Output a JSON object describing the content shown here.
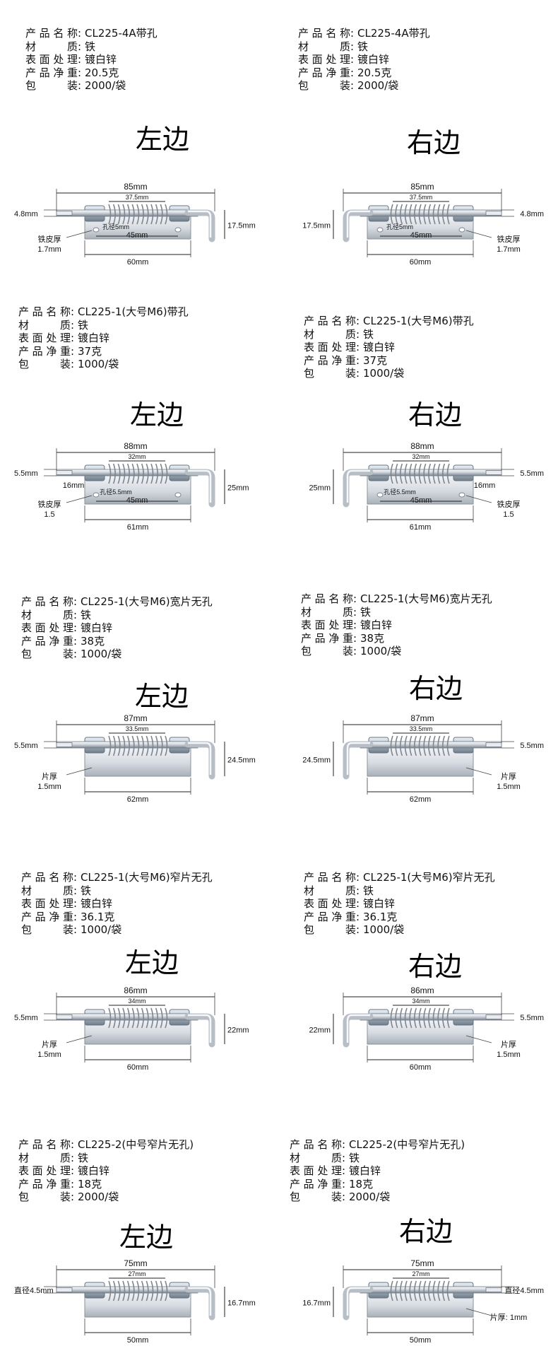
{
  "products": [
    {
      "left": {
        "name_label": "产品名称",
        "name": "CL225-4A带孔",
        "material_label": "材质",
        "material": "铁",
        "finish_label": "表面处理",
        "finish": "镀白锌",
        "weight_label": "产品净重",
        "weight": "20.5克",
        "pack_label": "包装",
        "pack": "2000/袋",
        "side": "左边",
        "dims": {
          "total": "85mm",
          "spring": "37.5mm",
          "hole": "孔径5mm",
          "holes": "45mm",
          "base": "60mm",
          "pin": "4.8mm",
          "height": "17.5mm",
          "thick1": "铁皮厚",
          "thick2": "1.7mm"
        }
      },
      "right": {
        "name_label": "产品名称",
        "name": "CL225-4A带孔",
        "material_label": "材质",
        "material": "铁",
        "finish_label": "表面处理",
        "finish": "镀白锌",
        "weight_label": "产品净重",
        "weight": "20.5克",
        "pack_label": "包装",
        "pack": "2000/袋",
        "side": "右边",
        "dims": {
          "total": "85mm",
          "spring": "37.5mm",
          "hole": "孔径5mm",
          "holes": "45mm",
          "base": "60mm",
          "pin": "4.8mm",
          "height": "17.5mm",
          "thick1": "铁皮厚",
          "thick2": "1.7mm"
        }
      }
    },
    {
      "left": {
        "name_label": "产品名称",
        "name": "CL225-1(大号M6)带孔",
        "material_label": "材质",
        "material": "铁",
        "finish_label": "表面处理",
        "finish": "镀白锌",
        "weight_label": "产品净重",
        "weight": "37克",
        "pack_label": "包装",
        "pack": "1000/袋",
        "side": "左边",
        "dims": {
          "total": "88mm",
          "spring": "32mm",
          "hole": "孔径5.5mm",
          "holes": "45mm",
          "base": "61mm",
          "pin": "5.5mm",
          "height": "25mm",
          "tip": "16mm",
          "thick1": "铁皮厚",
          "thick2": "1.5"
        }
      },
      "right": {
        "name_label": "产品名称",
        "name": "CL225-1(大号M6)带孔",
        "material_label": "材质",
        "material": "铁",
        "finish_label": "表面处理",
        "finish": "镀白锌",
        "weight_label": "产品净重",
        "weight": "37克",
        "pack_label": "包装",
        "pack": "1000/袋",
        "side": "右边",
        "dims": {
          "total": "88mm",
          "spring": "32mm",
          "hole": "孔径5.5mm",
          "holes": "45mm",
          "base": "61mm",
          "pin": "5.5mm",
          "height": "25mm",
          "tip": "16mm",
          "thick1": "铁皮厚",
          "thick2": "1.5"
        }
      }
    },
    {
      "left": {
        "name_label": "产品名称",
        "name": "CL225-1(大号M6)宽片无孔",
        "material_label": "材质",
        "material": "铁",
        "finish_label": "表面处理",
        "finish": "镀白锌",
        "weight_label": "产品净重",
        "weight": "38克",
        "pack_label": "包装",
        "pack": "1000/袋",
        "side": "左边",
        "dims": {
          "total": "87mm",
          "spring": "33.5mm",
          "base": "62mm",
          "pin": "5.5mm",
          "height": "24.5mm",
          "thick1": "片厚",
          "thick2": "1.5mm"
        }
      },
      "right": {
        "name_label": "产品名称",
        "name": "CL225-1(大号M6)宽片无孔",
        "material_label": "材质",
        "material": "铁",
        "finish_label": "表面处理",
        "finish": "镀白锌",
        "weight_label": "产品净重",
        "weight": "38克",
        "pack_label": "包装",
        "pack": "1000/袋",
        "side": "右边",
        "dims": {
          "total": "87mm",
          "spring": "33.5mm",
          "base": "62mm",
          "pin": "5.5mm",
          "height": "24.5mm",
          "thick1": "片厚",
          "thick2": "1.5mm"
        }
      }
    },
    {
      "left": {
        "name_label": "产品名称",
        "name": "CL225-1(大号M6)窄片无孔",
        "material_label": "材质",
        "material": "铁",
        "finish_label": "表面处理",
        "finish": "镀白锌",
        "weight_label": "产品净重",
        "weight": "36.1克",
        "pack_label": "包装",
        "pack": "1000/袋",
        "side": "左边",
        "dims": {
          "total": "86mm",
          "spring": "34mm",
          "base": "60mm",
          "pin": "5.5mm",
          "height": "22mm",
          "thick1": "片厚",
          "thick2": "1.5mm"
        }
      },
      "right": {
        "name_label": "产品名称",
        "name": "CL225-1(大号M6)窄片无孔",
        "material_label": "材质",
        "material": "铁",
        "finish_label": "表面处理",
        "finish": "镀白锌",
        "weight_label": "产品净重",
        "weight": "36.1克",
        "pack_label": "包装",
        "pack": "1000/袋",
        "side": "右边",
        "dims": {
          "total": "86mm",
          "spring": "34mm",
          "base": "60mm",
          "pin": "5.5mm",
          "height": "22mm",
          "thick1": "片厚",
          "thick2": "1.5mm"
        }
      }
    },
    {
      "left": {
        "name_label": "产品名称",
        "name": "CL225-2(中号窄片无孔)",
        "material_label": "材质",
        "material": "铁",
        "finish_label": "表面处理",
        "finish": "镀白锌",
        "weight_label": "产品净重",
        "weight": "18克",
        "pack_label": "包装",
        "pack": "2000/袋",
        "side": "左边",
        "dims": {
          "total": "75mm",
          "spring": "27mm",
          "base": "50mm",
          "pin": "直径4.5mm",
          "height": "16.7mm"
        }
      },
      "right": {
        "name_label": "产品名称",
        "name": "CL225-2(中号窄片无孔)",
        "material_label": "材质",
        "material": "铁",
        "finish_label": "表面处理",
        "finish": "镀白锌",
        "weight_label": "产品净重",
        "weight": "18克",
        "pack_label": "包装",
        "pack": "2000/袋",
        "side": "右边",
        "dims": {
          "total": "75mm",
          "spring": "27mm",
          "base": "50mm",
          "pin": "直径4.5mm",
          "height": "16.7mm",
          "thick1": "片厚: 1mm"
        }
      }
    }
  ],
  "colors": {
    "metal_light": "#f2f4f7",
    "metal_mid": "#c6ccd4",
    "metal_dark": "#7d858f",
    "spring": "#9aa3ad",
    "text": "#111111"
  }
}
